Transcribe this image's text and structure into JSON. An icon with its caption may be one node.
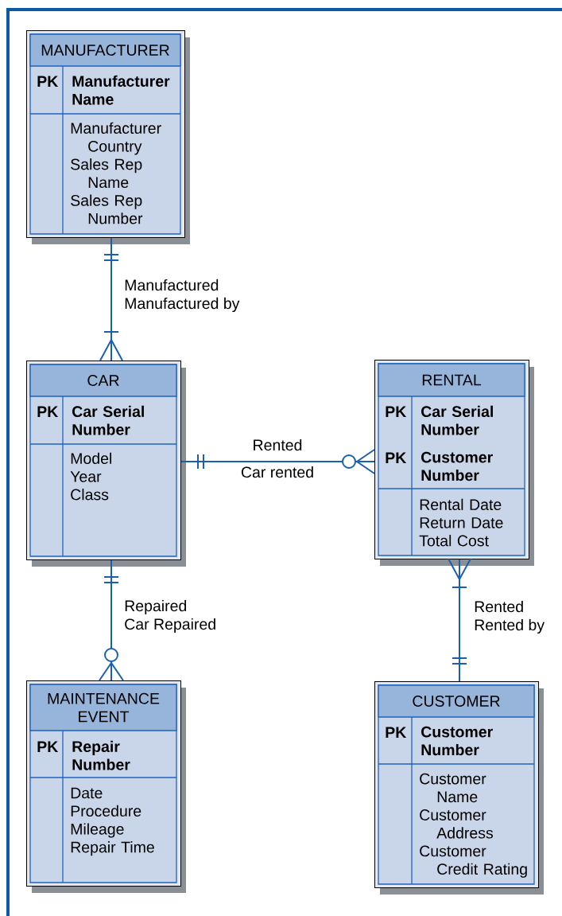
{
  "diagram": {
    "nodes": [
      {
        "text": [
          "MANUFACTURER",
          "PK",
          "Manufacturer Name",
          "Manufacturer Country",
          "Sales Rep Name",
          "Sales Rep Number"
        ]
      },
      {
        "text": [
          "CAR",
          "PK",
          "Car Serial Number",
          "Model",
          "Year",
          "Class"
        ]
      },
      {
        "text": [
          "RENTAL",
          "PK",
          "Car Serial Number",
          "PK",
          "Customer Number",
          "Rental Date",
          "Return Date",
          "Total Cost"
        ]
      },
      {
        "text": [
          "MAINTENANCE EVENT",
          "PK",
          "Repair Number",
          "Date",
          "Procedure",
          "Mileage",
          "Repair Time"
        ]
      },
      {
        "text": [
          "CUSTOMER",
          "PK",
          "Customer Number",
          "Customer Name",
          "Customer Address",
          "Customer Credit Rating"
        ]
      }
    ],
    "edges": [
      {
        "from": 0,
        "to": 1,
        "arrow": "other",
        "label": "Manufactured"
      },
      {
        "from": 1,
        "to": 2,
        "arrow": "other",
        "label": "Rented"
      },
      {
        "from": 1,
        "to": 3,
        "arrow": "other",
        "label": "Repaired"
      },
      {
        "from": 4,
        "to": 2,
        "arrow": "other",
        "label": "Rented"
      }
    ],
    "labels": [
      "Manufactured by",
      "Car rented",
      "Car Repaired",
      "Rented by"
    ]
  }
}
